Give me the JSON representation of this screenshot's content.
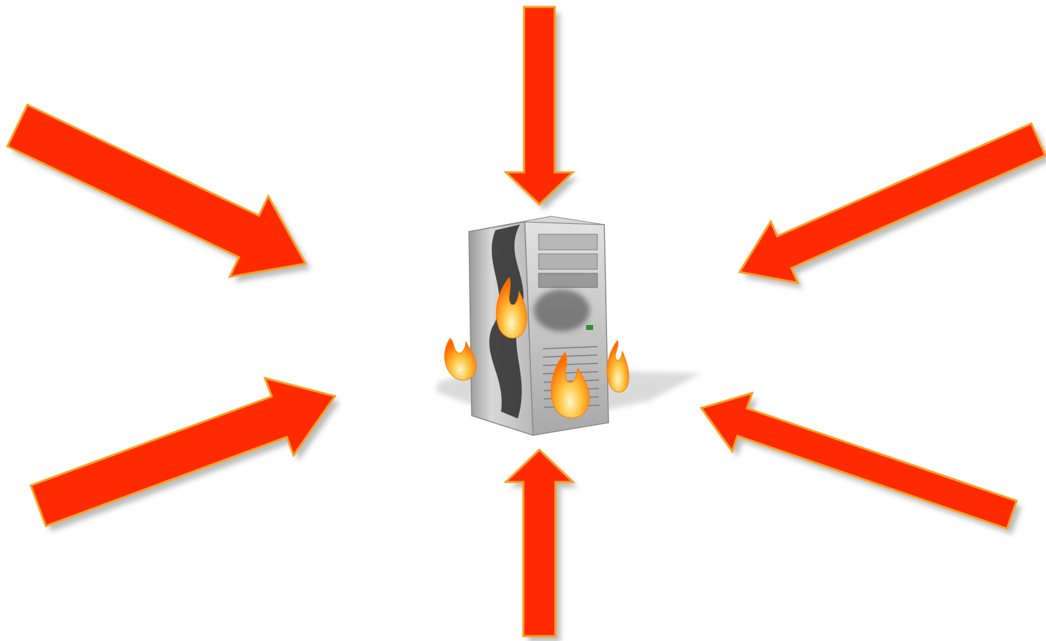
{
  "diagram": {
    "center_icon": "burning-server-tower-icon",
    "arrow_count": 6,
    "arrow_directions": [
      "from-top-left",
      "from-top",
      "from-top-right",
      "from-bottom-left",
      "from-bottom",
      "from-bottom-right"
    ],
    "colors": {
      "arrow_fill": "#ff2a00",
      "arrow_outline": "#f5a020",
      "server_body": "#c9c9c9",
      "flame": "#ff9a1e",
      "background": "#ffffff"
    }
  }
}
